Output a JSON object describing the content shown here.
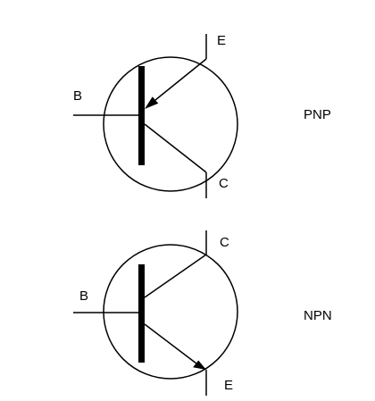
{
  "diagram": {
    "transistors": [
      {
        "type_label": "PNP",
        "pins": {
          "base": "B",
          "collector": "C",
          "emitter": "E"
        }
      },
      {
        "type_label": "NPN",
        "pins": {
          "base": "B",
          "collector": "C",
          "emitter": "E"
        }
      }
    ]
  }
}
